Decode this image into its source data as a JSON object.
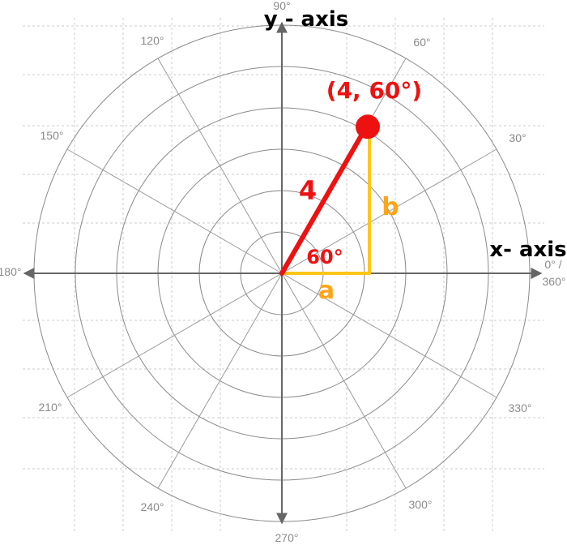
{
  "diagram": {
    "y_axis_title": "y - axis",
    "x_axis_title": "x- axis",
    "angle_labels": {
      "a0": "0° /",
      "a0b": "360°",
      "a30": "30°",
      "a60": "60°",
      "a90": "90°",
      "a120": "120°",
      "a150": "150°",
      "a180": "180°",
      "a210": "210°",
      "a240": "240°",
      "a270": "270°",
      "a300": "300°",
      "a330": "330°"
    },
    "point_label": "(4, 60°)",
    "hypotenuse_label": "4",
    "angle_text": "60°",
    "side_a_label": "a",
    "side_b_label": "b",
    "point": {
      "r": 4,
      "theta_deg": 60
    },
    "ring_count": 6,
    "colors": {
      "hypotenuse": "#ee1111",
      "legs": "#ffc61a",
      "point": "#ee1111",
      "grid": "#8a8a8a",
      "axes": "#666666"
    }
  }
}
